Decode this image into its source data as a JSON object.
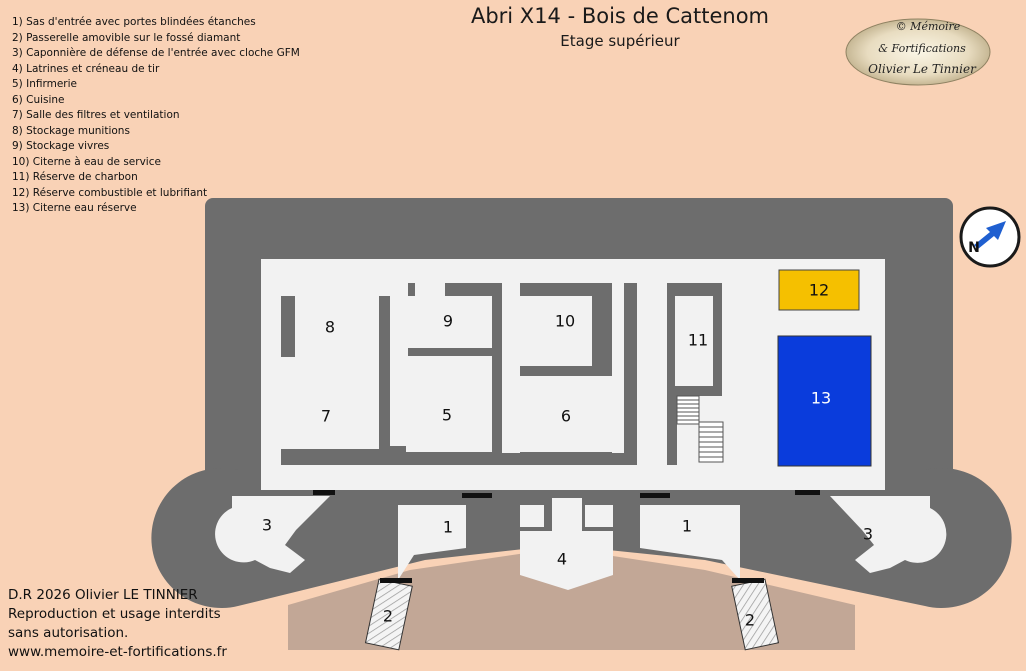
{
  "title": "Abri X14 - Bois de Cattenom",
  "subtitle": "Etage supérieur",
  "legend": [
    "1) Sas d'entrée avec portes blindées étanches",
    "2) Passerelle amovible sur le fossé diamant",
    "3) Caponnière de défense de l'entrée avec cloche GFM",
    "4) Latrines et créneau de tir",
    "5) Infirmerie",
    "6) Cuisine",
    "7) Salle des filtres et ventilation",
    "8) Stockage munitions",
    "9) Stockage vivres",
    "10) Citerne à eau de service",
    "11) Réserve de charbon",
    "12) Réserve combustible et lubrifiant",
    "13) Citerne eau réserve"
  ],
  "rooms": {
    "r1a": "1",
    "r1b": "1",
    "r2a": "2",
    "r2b": "2",
    "r3a": "3",
    "r3b": "3",
    "r4": "4",
    "r5": "5",
    "r6": "6",
    "r7": "7",
    "r8": "8",
    "r9": "9",
    "r10": "10",
    "r11": "11",
    "r12": "12",
    "r13": "13"
  },
  "compass": {
    "label": "N",
    "icon": "north-arrow-icon"
  },
  "seal": {
    "line1": "© Mémoire",
    "line2": "& Fortifications",
    "line3": "Olivier Le Tinnier"
  },
  "credits": [
    "D.R 2026 Olivier LE TINNIER",
    "Reproduction et usage interdits",
    "sans autorisation.",
    "www.memoire-et-fortifications.fr"
  ],
  "colors": {
    "background": "#f9d2b6",
    "concrete": "#6d6d6d",
    "floor": "#f2f2f2",
    "ditch": "#c2a796",
    "room12": "#f5c000",
    "room13": "#0a3cdc",
    "compass_arrow": "#1f5fd0"
  }
}
